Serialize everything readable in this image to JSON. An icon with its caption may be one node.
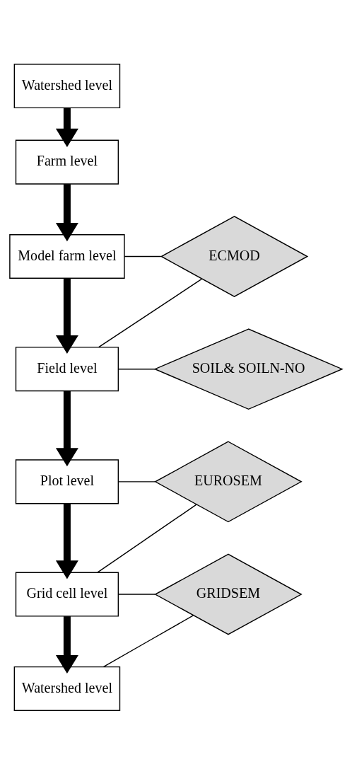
{
  "diagram": {
    "nodes": [
      {
        "text": [
          "Watershed level"
        ]
      },
      {
        "text": [
          "Farm level"
        ]
      },
      {
        "text": [
          "Model farm level"
        ]
      },
      {
        "text": [
          "Field level"
        ]
      },
      {
        "text": [
          "Plot level"
        ]
      },
      {
        "text": [
          "Grid cell level"
        ]
      },
      {
        "text": [
          "Watershed level"
        ]
      },
      {
        "text": [
          "ECMOD"
        ]
      },
      {
        "text": [
          "SOIL& SOILN-NO"
        ]
      },
      {
        "text": [
          "EUROSEM"
        ]
      },
      {
        "text": [
          "GRIDSEM"
        ]
      }
    ],
    "edges": [
      {
        "from": 0,
        "to": 1,
        "arrow": "to",
        "style": "thick"
      },
      {
        "from": 1,
        "to": 2,
        "arrow": "to",
        "style": "thick"
      },
      {
        "from": 2,
        "to": 3,
        "arrow": "to",
        "style": "thick"
      },
      {
        "from": 3,
        "to": 4,
        "arrow": "to",
        "style": "thick"
      },
      {
        "from": 4,
        "to": 5,
        "arrow": "to",
        "style": "thick"
      },
      {
        "from": 5,
        "to": 6,
        "arrow": "to",
        "style": "thick"
      },
      {
        "from": 2,
        "to": 7,
        "arrow": "none"
      },
      {
        "from": 3,
        "to": 7,
        "arrow": "none"
      },
      {
        "from": 3,
        "to": 8,
        "arrow": "none"
      },
      {
        "from": 4,
        "to": 9,
        "arrow": "none"
      },
      {
        "from": 5,
        "to": 9,
        "arrow": "none"
      },
      {
        "from": 5,
        "to": 10,
        "arrow": "none"
      },
      {
        "from": 6,
        "to": 10,
        "arrow": "none"
      }
    ]
  }
}
